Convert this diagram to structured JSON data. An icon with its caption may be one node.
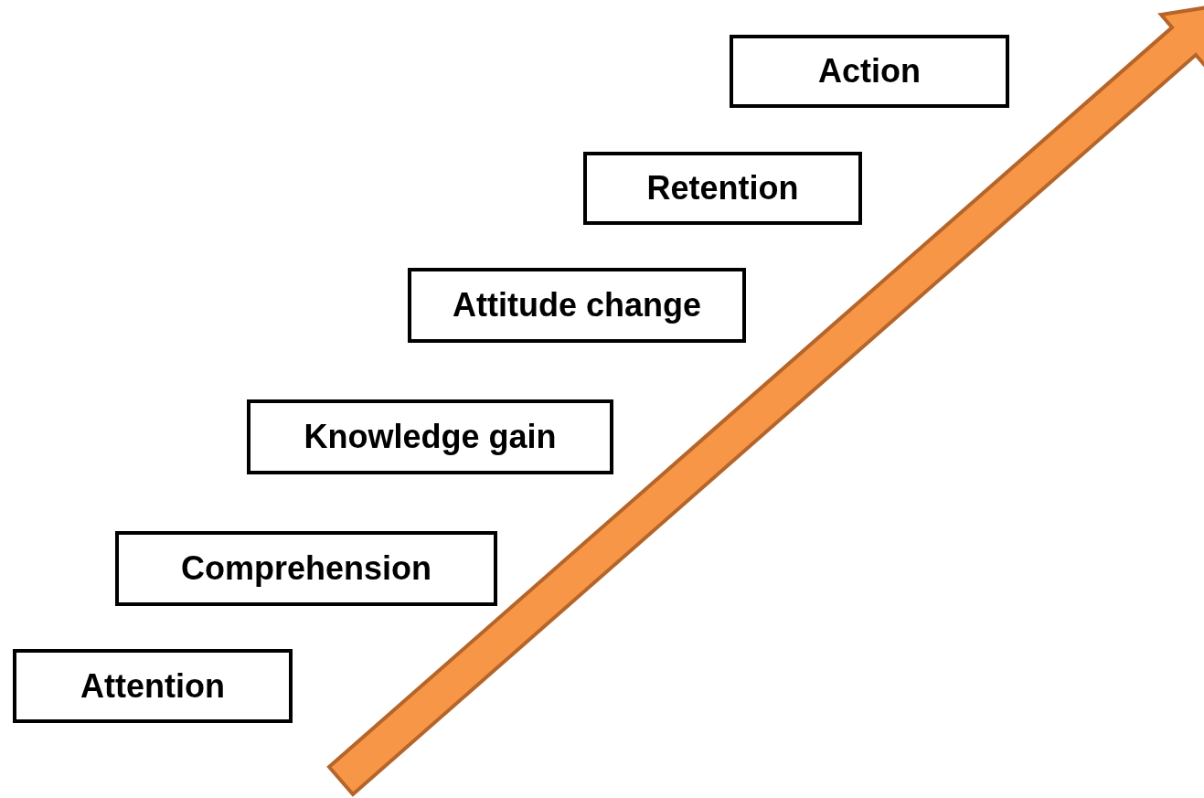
{
  "diagram": {
    "nodes": [
      {
        "text": [
          "Attention"
        ]
      },
      {
        "text": [
          "Comprehension"
        ]
      },
      {
        "text": [
          "Knowledge gain"
        ]
      },
      {
        "text": [
          "Attitude change"
        ]
      },
      {
        "text": [
          "Retention"
        ]
      },
      {
        "text": [
          "Action"
        ]
      }
    ]
  }
}
